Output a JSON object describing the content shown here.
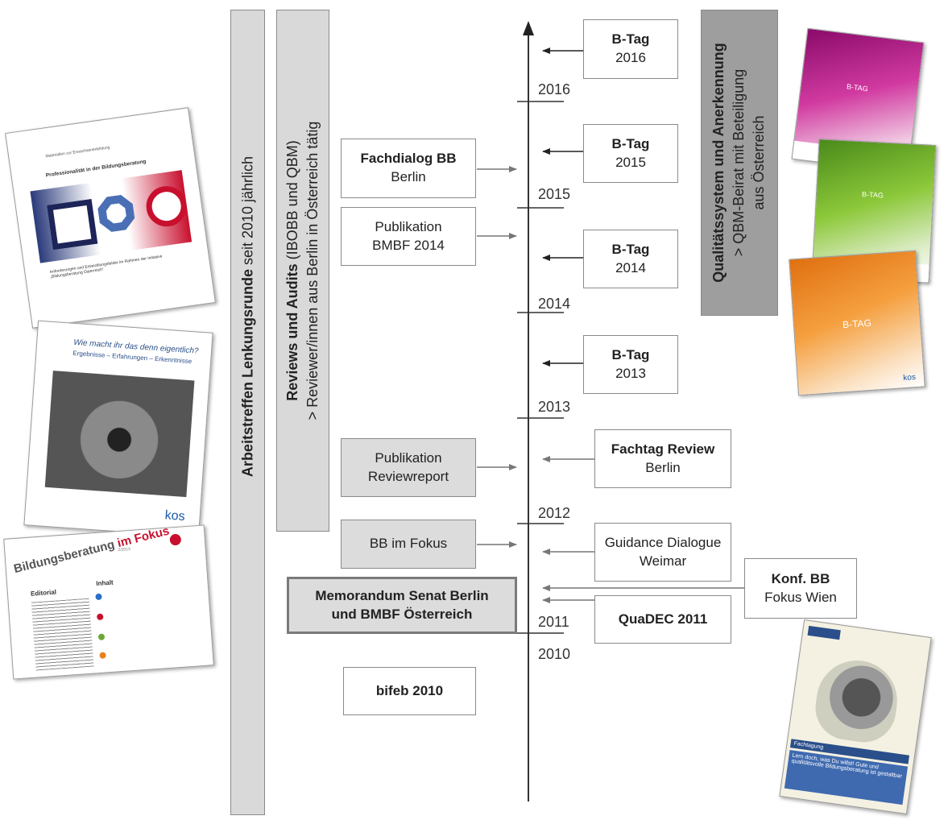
{
  "bars": {
    "lenkungsrunde": {
      "bold": "Arbeitstreffen Lenkungsrunde",
      "rest": " seit 2010 jährlich"
    },
    "reviews": {
      "bold": "Reviews und Audits",
      "rest": " (IBOBB und QBM)",
      "line2": "> Reviewer/innen aus Berlin in Österreich tätig"
    },
    "qualitaet": {
      "bold": "Qualitätssystem und Anerkennung",
      "line2": "> QBM-Beirat mit Beteiligung",
      "line3": "aus Österreich"
    }
  },
  "years": [
    "2016",
    "2015",
    "2014",
    "2013",
    "2012",
    "2011",
    "2010"
  ],
  "left_boxes": {
    "fachdialog": {
      "title": "Fachdialog BB",
      "sub": "Berlin"
    },
    "pub2014": {
      "line1": "Publikation",
      "line2": "BMBF 2014"
    },
    "reviewreport": {
      "line1": "Publikation",
      "line2": "Reviewreport"
    },
    "bbfokus": {
      "line1": "BB im Fokus"
    },
    "memorandum": {
      "line1": "Memorandum Senat Berlin",
      "line2": "und BMBF Österreich"
    },
    "bifeb": {
      "line1": "bifeb 2010"
    }
  },
  "right_boxes": {
    "btag2016": {
      "title": "B-Tag",
      "sub": "2016"
    },
    "btag2015": {
      "title": "B-Tag",
      "sub": "2015"
    },
    "btag2014": {
      "title": "B-Tag",
      "sub": "2014"
    },
    "btag2013": {
      "title": "B-Tag",
      "sub": "2013"
    },
    "fachtag": {
      "title": "Fachtag Review",
      "sub": "Berlin"
    },
    "guidance": {
      "line1": "Guidance Dialogue",
      "line2": "Weimar"
    },
    "konf": {
      "title": "Konf. BB",
      "sub": "Fokus Wien"
    },
    "quadec": {
      "title": "QuaDEC 2011"
    }
  },
  "documents": {
    "doc1": {
      "header": "Materialien zur Erwachsenenbildung",
      "title": "Professionalität in der Bildungsberatung",
      "sub": "Anforderungen und Entwicklungsfelder im Rahmen der Initiative „Bildungsberatung Österreich“"
    },
    "doc2": {
      "title": "Wie macht ihr das denn eigentlich?",
      "sub": "Ergebnisse – Erfahrungen – Erkenntnisse",
      "logo": "kos"
    },
    "doc3": {
      "title": "Bildungsberatung",
      "title2": "im Fokus",
      "issue": "2/2013",
      "editorial": "Editorial",
      "inhalt": "Inhalt"
    },
    "doc4": {
      "title": "B-TAG"
    },
    "doc5": {
      "title": "B-TAG"
    },
    "doc6": {
      "title": "B-TAG",
      "logo": "kos"
    },
    "doc7": {
      "label": "Fachtagung",
      "text": "Lern doch, was Du willst! Gute und qualitätsvolle Bildungsberatung ist gestaltbar"
    }
  },
  "colors": {
    "bar_fill": "#d9d9d9",
    "qual_fill": "#9e9e9e",
    "box_grey": "#dcdcdc",
    "accent_red": "#c8102e"
  }
}
